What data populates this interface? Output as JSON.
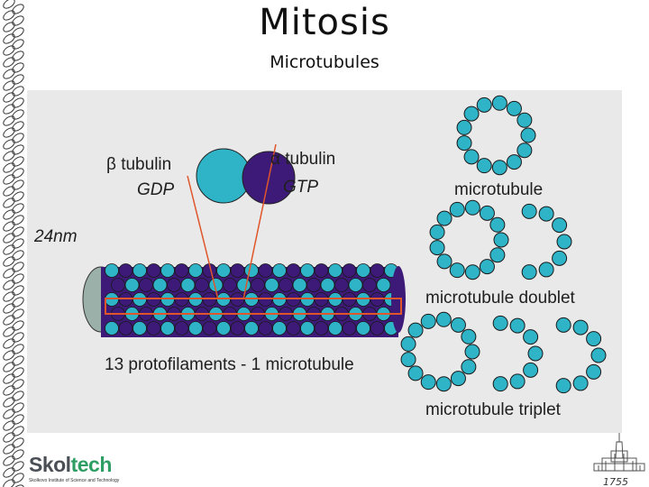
{
  "slide": {
    "title": "Mitosis",
    "subtitle": "Microtubules"
  },
  "figure": {
    "beta_label_symbol": "β",
    "beta_label_text": " tubulin",
    "gdp_label": "GDP",
    "alpha_label_symbol": "α",
    "alpha_label_text": " tubulin",
    "gtp_label": "GTP",
    "diameter_label": "24nm",
    "protofilaments_caption": "13 protofilaments - 1 microtubule",
    "microtubule_label": "microtubule",
    "doublet_label": "microtubule doublet",
    "triplet_label": "microtubule triplet",
    "colors": {
      "beta_tubulin": "#2fb3c7",
      "alpha_tubulin": "#3d1a78",
      "highlight": "#e0552a",
      "background": "#e9e9e9",
      "lumen": "#9bb0a8"
    }
  },
  "branding": {
    "logo_part1": "Skol",
    "logo_part2": "tech",
    "logo_subtitle": "Skolkovo Institute of Science and Technology",
    "logo_icon": "skoltech-logo",
    "year": "1755",
    "emblem_icon": "moscow-state-university-building-icon"
  }
}
